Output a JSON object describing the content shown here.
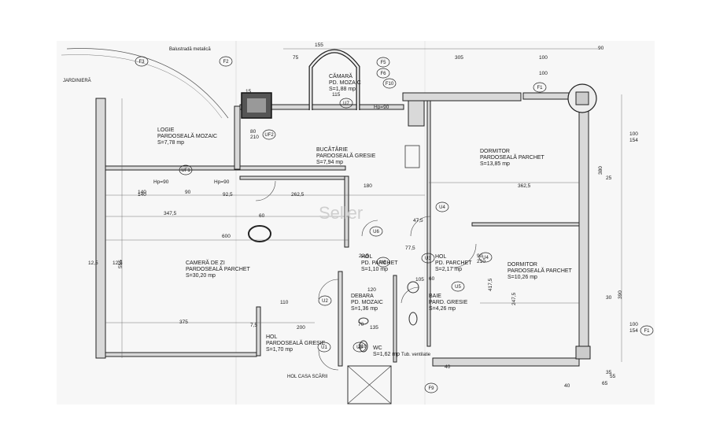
{
  "plan": {
    "top_label": "Balustradă metalică",
    "jardiniera": "JARDINIERĂ",
    "scari": "HOL  CASA SCĂRII",
    "tub": "Tub. ventilatie",
    "watermark": "Seller"
  },
  "rooms": {
    "logie": [
      "LOGIE",
      "PARDOSEALĂ MOZAIC",
      "S=7,78 mp"
    ],
    "camara": [
      "CĂMARĂ",
      "PD. MOZAIC",
      "S=1,88 mp"
    ],
    "bucatarie": [
      "BUCĂTĂRIE",
      "PARDOSEALĂ GRESIE",
      "S=7,94 mp"
    ],
    "dormitor1": [
      "DORMITOR",
      "PARDOSEALĂ PARCHET",
      "S=13,85 mp"
    ],
    "camera_zi": [
      "CAMERĂ DE ZI",
      "PARDOSEALĂ PARCHET",
      "S=30,20 mp"
    ],
    "hol1": [
      "HOL",
      "PD. PARCHET",
      "S=1,10 mp"
    ],
    "hol2": [
      "HOL",
      "PD. PARCHET",
      "S=2,17 mp"
    ],
    "dormitor2": [
      "DORMITOR",
      "PARDOSEALĂ PARCHET",
      "S=10,26 mp"
    ],
    "debara": [
      "DEBARA",
      "PD. MOZAIC",
      "S=1,36 mp"
    ],
    "baie": [
      "BAIE",
      "PARD. GRESIE",
      "S=4,26 mp"
    ],
    "hol3": [
      "HOL",
      "PARDOSEALĂ GRESIE",
      "S=1,70 mp"
    ],
    "wc": [
      "WC",
      "S=1,62 mp"
    ]
  },
  "tags": [
    "F3",
    "F2",
    "F5",
    "F6",
    "F10",
    "F1",
    "F1",
    "F9",
    "U7",
    "UF2",
    "UF1",
    "U6",
    "U4",
    "U3",
    "U4",
    "U8",
    "U5",
    "U2",
    "U1",
    "U8"
  ],
  "dims": [
    "155",
    "75",
    "305",
    "100",
    "90",
    "100",
    "140",
    "90",
    "15",
    "115",
    "Hp=90",
    "Hp=90",
    "Hp=90",
    "180",
    "362,5",
    "140",
    "92,5",
    "262,5",
    "347,5",
    "600",
    "375",
    "200",
    "110",
    "12,5",
    "12,5",
    "555",
    "47,5",
    "22,5",
    "77,5",
    "7,5",
    "120",
    "105",
    "135",
    "247,5",
    "417,5",
    "390",
    "380",
    "100",
    "154",
    "100",
    "154",
    "55",
    "65",
    "40",
    "25",
    "30",
    "80",
    "210",
    "70",
    "210",
    "90",
    "210",
    "60",
    "40",
    "35",
    "60"
  ]
}
